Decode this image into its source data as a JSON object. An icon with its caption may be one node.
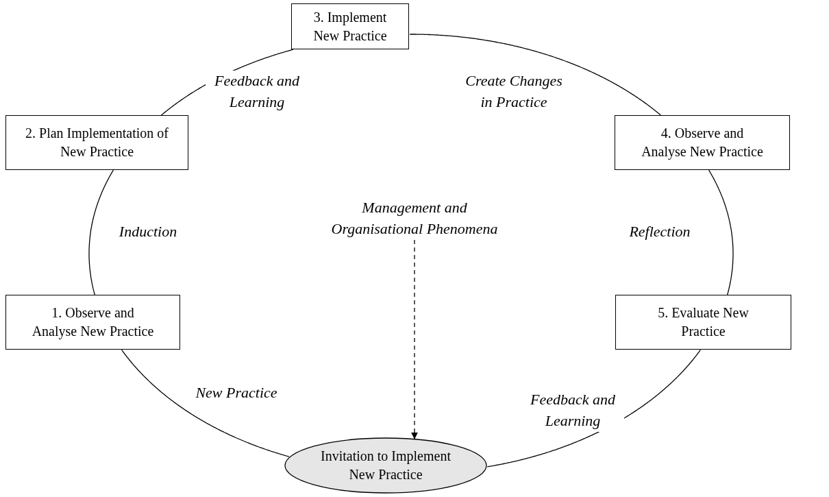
{
  "diagram": {
    "nodes": [
      {
        "text": [
          "3. Implement New Practice"
        ]
      },
      {
        "text": [
          "2. Plan Implementation of New Practice"
        ]
      },
      {
        "text": [
          "4. Observe and Analyse New Practice"
        ]
      },
      {
        "text": [
          "Management and Organisational Phenomena"
        ]
      },
      {
        "text": [
          "1. Observe and Analyse New Practice"
        ]
      },
      {
        "text": [
          "5. Evaluate New Practice"
        ]
      },
      {
        "text": [
          "Invitation to Implement New Practice"
        ]
      }
    ],
    "edges": [
      {
        "from": 6,
        "to": 4,
        "arrow": "none",
        "label": "New Practice"
      },
      {
        "from": 4,
        "to": 1,
        "arrow": "none",
        "label": "Induction"
      },
      {
        "from": 1,
        "to": 0,
        "arrow": "none",
        "label": "Feedback and Learning"
      },
      {
        "from": 0,
        "to": 2,
        "arrow": "none",
        "label": "Create Changes in Practice"
      },
      {
        "from": 2,
        "to": 5,
        "arrow": "none",
        "label": "Reflection"
      },
      {
        "from": 5,
        "to": 6,
        "arrow": "none",
        "label": "Feedback and Learning"
      },
      {
        "from": 3,
        "to": 6,
        "arrow": "to",
        "style": "dashed"
      }
    ]
  }
}
